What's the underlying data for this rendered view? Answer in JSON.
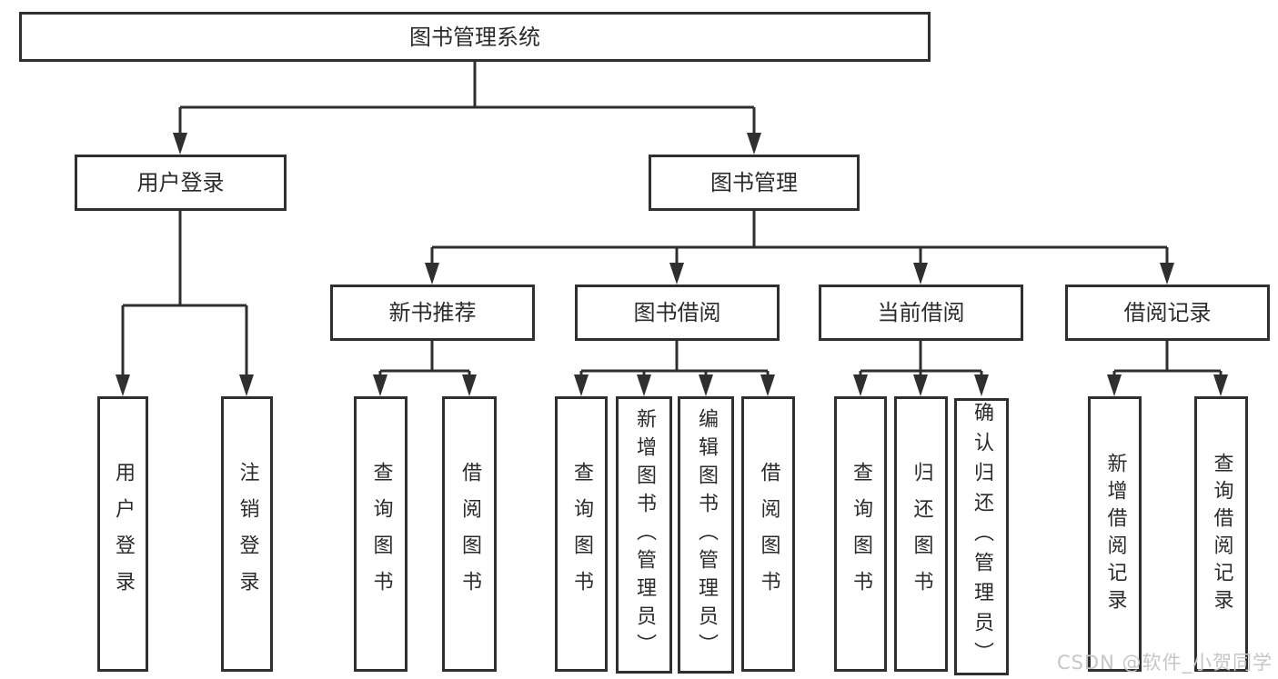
{
  "diagram": {
    "root": "图书管理系统",
    "level2": [
      "用户登录",
      "图书管理"
    ],
    "level3": [
      "新书推荐",
      "图书借阅",
      "当前借阅",
      "借阅记录"
    ],
    "leaves": {
      "login": [
        "用户登录",
        "注销登录"
      ],
      "recommend": [
        "查询图书",
        "借阅图书"
      ],
      "borrow": [
        "查询图书",
        "新增图书（管理员）",
        "编辑图书（管理员）",
        "借阅图书"
      ],
      "current": [
        "查询图书",
        "归还图书",
        "确认归还（管理员）"
      ],
      "records": [
        "新增借阅记录",
        "查询借阅记录"
      ]
    }
  },
  "watermark": "CSDN @软件_小贺同学",
  "colors": {
    "line": "#2f2f2f",
    "node_border": "#2f2f2f",
    "node_bg": "#ffffff",
    "text": "#2b2b2b",
    "watermark": "#c6c6c6"
  }
}
